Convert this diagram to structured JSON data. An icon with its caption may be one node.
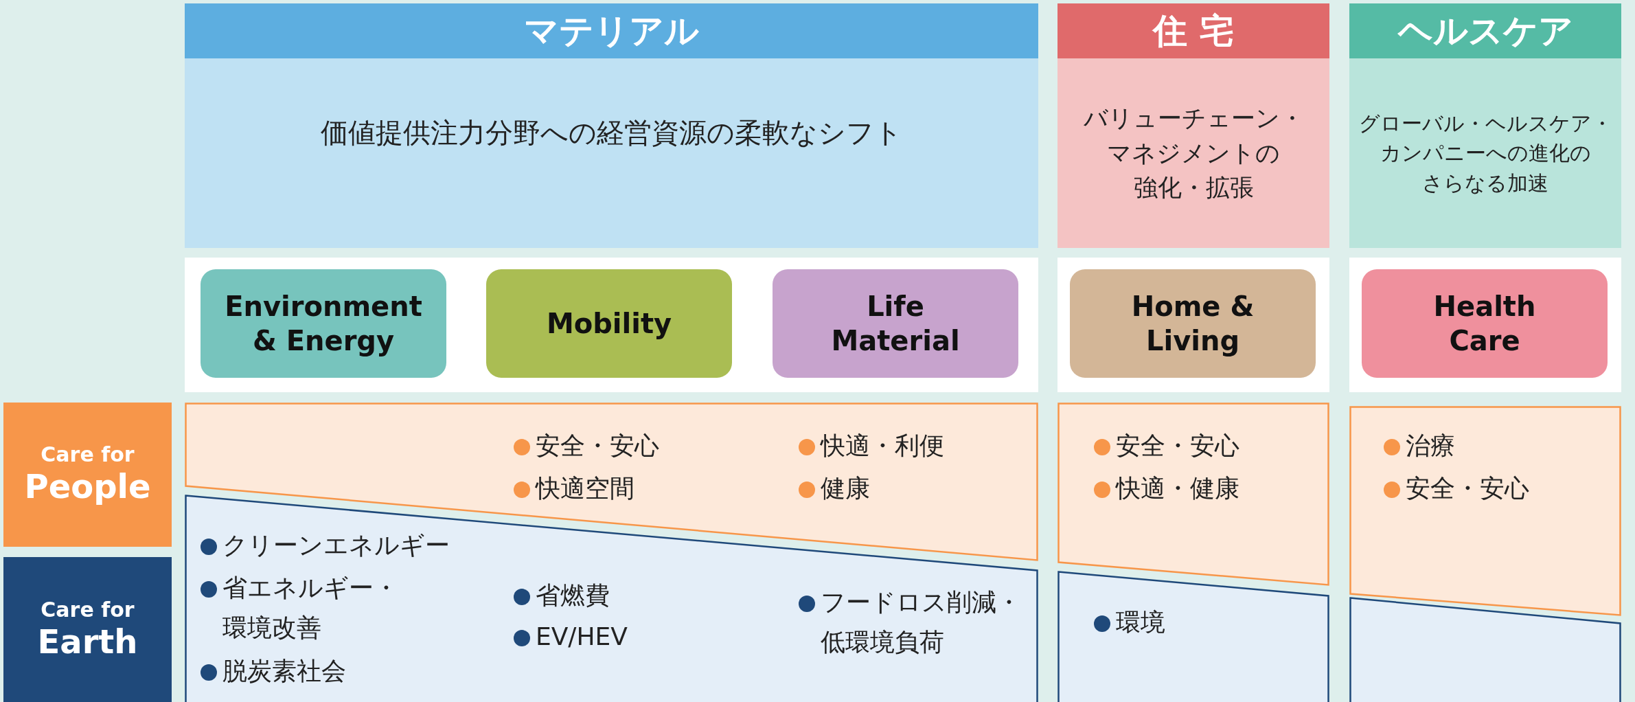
{
  "diagram": {
    "nodes": [
      {
        "text": [
          "マテリアル",
          "価値提供注力分野への経営資源の柔軟なシフト"
        ]
      },
      {
        "text": [
          "住 宅",
          "バリューチェーン・マネジメントの強化・拡張"
        ]
      },
      {
        "text": [
          "ヘルスケア",
          "グローバル・ヘルスケア・カンパニーへの進化のさらなる加速"
        ]
      },
      {
        "text": [
          "Environment & Energy"
        ]
      },
      {
        "text": [
          "Mobility"
        ]
      },
      {
        "text": [
          "Life Material"
        ]
      },
      {
        "text": [
          "Home & Living"
        ]
      },
      {
        "text": [
          "Health Care"
        ]
      },
      {
        "text": [
          "Care for",
          "People"
        ]
      },
      {
        "text": [
          "Care for",
          "Earth"
        ]
      },
      {
        "text": [
          "安全・安心",
          "快適空間",
          "快適・利便",
          "健康"
        ]
      },
      {
        "text": [
          "安全・安心",
          "快適・健康"
        ]
      },
      {
        "text": [
          "治療",
          "安全・安心"
        ]
      },
      {
        "text": [
          "クリーンエネルギー",
          "省エネルギー・環境改善",
          "脱炭素社会",
          "省燃費",
          "EV/HEV",
          "フードロス削減・低環境負荷"
        ]
      },
      {
        "text": [
          "環境"
        ]
      },
      {
        "text": [],
        "shape": "box"
      }
    ]
  }
}
